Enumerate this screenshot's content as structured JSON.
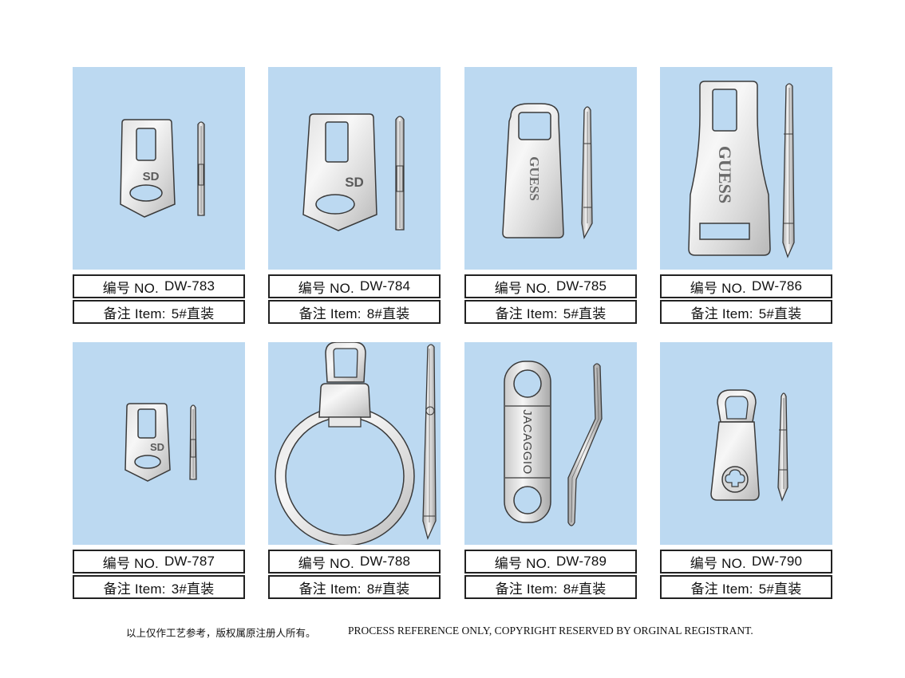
{
  "products": [
    {
      "no_label": "编号 NO.",
      "no_value": "DW-783",
      "item_label": "备注 Item:",
      "item_value": "5#直装",
      "engraving": "SD"
    },
    {
      "no_label": "编号 NO.",
      "no_value": "DW-784",
      "item_label": "备注 Item:",
      "item_value": "8#直装",
      "engraving": "SD"
    },
    {
      "no_label": "编号 NO.",
      "no_value": "DW-785",
      "item_label": "备注 Item:",
      "item_value": "5#直装",
      "engraving": "GUESS"
    },
    {
      "no_label": "编号 NO.",
      "no_value": "DW-786",
      "item_label": "备注 Item:",
      "item_value": "5#直装",
      "engraving": "GUESS"
    },
    {
      "no_label": "编号 NO.",
      "no_value": "DW-787",
      "item_label": "备注 Item:",
      "item_value": "3#直装",
      "engraving": "SD"
    },
    {
      "no_label": "编号 NO.",
      "no_value": "DW-788",
      "item_label": "备注 Item:",
      "item_value": "8#直装"
    },
    {
      "no_label": "编号 NO.",
      "no_value": "DW-789",
      "item_label": "备注 Item:",
      "item_value": "8#直装",
      "engraving": "JACAGGIO"
    },
    {
      "no_label": "编号 NO.",
      "no_value": "DW-790",
      "item_label": "备注 Item:",
      "item_value": "5#直装"
    }
  ],
  "footer": {
    "cn": "以上仅作工艺参考，版权属原注册人所有。",
    "en": "PROCESS REFERENCE ONLY, COPYRIGHT RESERVED BY ORGINAL REGISTRANT."
  },
  "colors": {
    "panel": "#bcd9f1",
    "metal_light": "#f2f2f2",
    "metal_dark": "#9a9a9a",
    "outline": "#3a3a3a"
  }
}
